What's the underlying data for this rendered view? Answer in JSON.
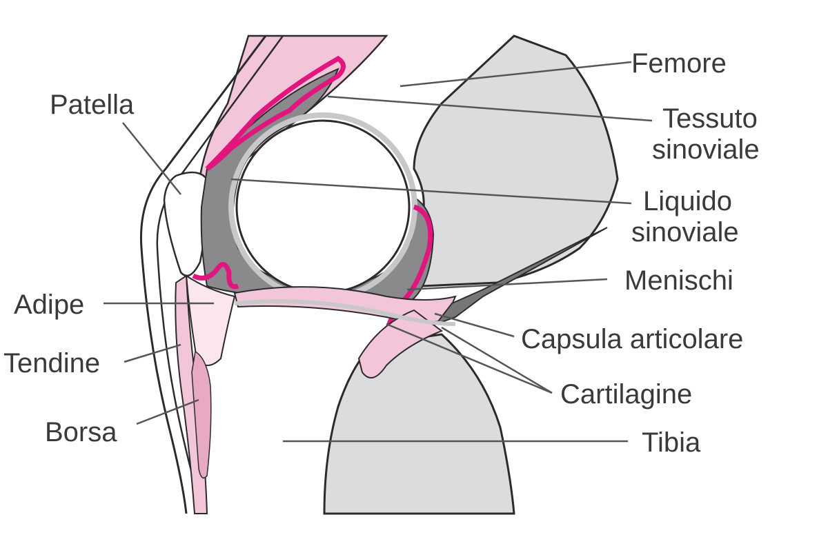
{
  "colors": {
    "bone": "#dcdcde",
    "synovial_fluid": "#8a8a8c",
    "synovium": "#e0157e",
    "soft_pink": "#f2c6d8",
    "outline": "#2b2b2b",
    "label_text": "#3a3a3a"
  },
  "labels": {
    "femore": "Femore",
    "tessuto_1": "Tessuto",
    "tessuto_2": "sinoviale",
    "liquido_1": "Liquido",
    "liquido_2": "sinoviale",
    "menischi": "Menischi",
    "capsula": "Capsula articolare",
    "cartilagine": "Cartilagine",
    "tibia": "Tibia",
    "patella": "Patella",
    "adipe": "Adipe",
    "tendine": "Tendine",
    "borsa": "Borsa"
  }
}
